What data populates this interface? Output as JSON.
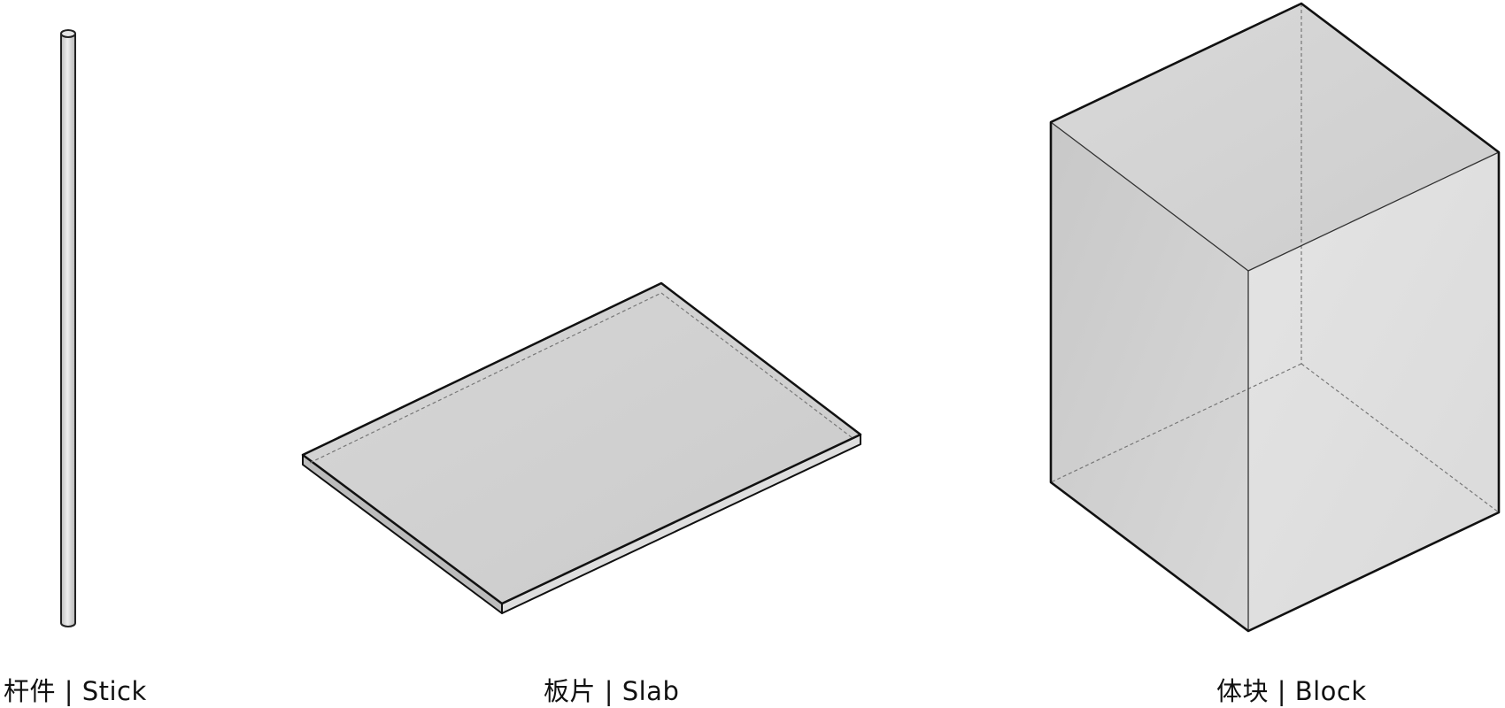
{
  "captions": {
    "stick": "杆件 | Stick",
    "slab": "板片 | Slab",
    "block": "体块 | Block"
  },
  "colors": {
    "edge": "#111111",
    "hidden_edge": "#777777",
    "fill_light": "#e2e2e2",
    "fill_mid": "#d2d2d2",
    "fill_dark": "#c4c4c4"
  }
}
